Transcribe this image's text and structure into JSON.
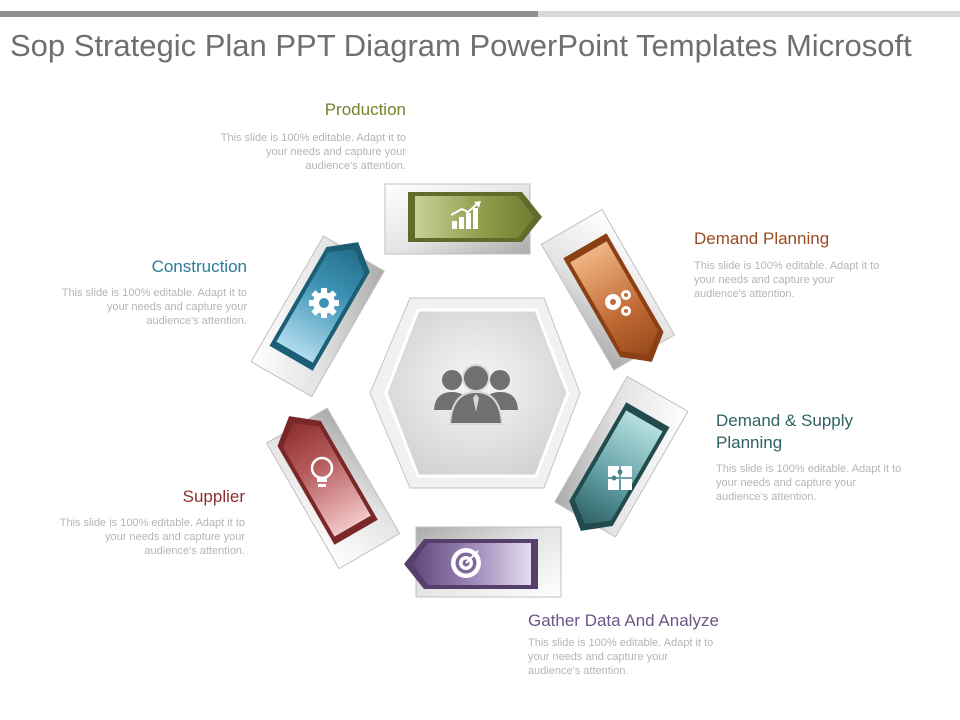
{
  "title": "Sop Strategic Plan PPT Diagram PowerPoint Templates Microsoft",
  "center": {
    "icon": "team-icon"
  },
  "steps": [
    {
      "label": "Production",
      "description": "This slide is 100% editable. Adapt it to your needs and capture your audience's attention.",
      "color": "#7c8a3a",
      "icon": "growth-chart-icon"
    },
    {
      "label": "Demand Planning",
      "description": "This slide is 100% editable. Adapt it to your needs and capture your audience's attention.",
      "color": "#a2501f",
      "icon": "gears-icon"
    },
    {
      "label": "Demand & Supply Planning",
      "description": "This slide is 100% editable. Adapt it to your needs and capture your audience's attention.",
      "color": "#2f6265",
      "icon": "puzzle-icon"
    },
    {
      "label": "Gather Data And Analyze",
      "description": "This slide is 100% editable. Adapt it to your needs and capture your audience's attention.",
      "color": "#6d5586",
      "icon": "target-icon"
    },
    {
      "label": "Supplier",
      "description": "This slide is 100% editable. Adapt it to your needs and capture your audience's attention.",
      "color": "#8d2f30",
      "icon": "lightbulb-icon"
    },
    {
      "label": "Construction",
      "description": "This slide is 100% editable. Adapt it to your needs and capture your audience's attention.",
      "color": "#2a7d9a",
      "icon": "gear-icon"
    }
  ]
}
